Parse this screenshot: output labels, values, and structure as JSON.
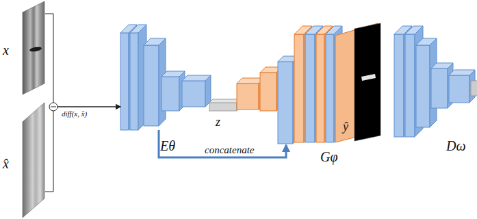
{
  "diagram": {
    "nodes": [
      {
        "text": [
          "x"
        ]
      },
      {
        "text": [
          "x̂"
        ]
      },
      {
        "text": [
          "Eθ"
        ]
      },
      {
        "text": [
          "z"
        ]
      },
      {
        "text": [
          "Gφ"
        ]
      },
      {
        "text": [
          "ŷ"
        ]
      },
      {
        "text": [
          "Dω"
        ]
      }
    ],
    "edges": [
      {
        "from": 0,
        "to": 2,
        "arrow": "to"
      },
      {
        "from": 1,
        "to": 2,
        "arrow": "to"
      },
      {
        "from": 2,
        "to": 4,
        "label": "concatenate",
        "arrow": "to"
      }
    ],
    "labels": [
      "diff(x, x̂)"
    ]
  }
}
